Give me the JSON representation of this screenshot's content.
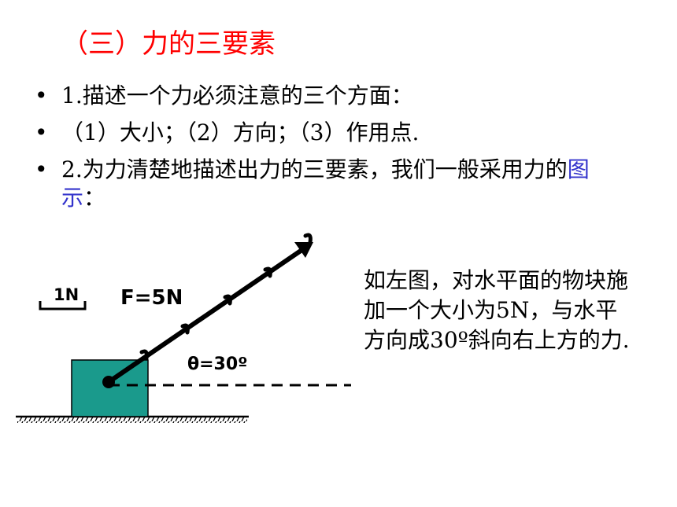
{
  "title": "（三）力的三要素",
  "bullets": [
    {
      "text": "1.描述一个力必须注意的三个方面："
    },
    {
      "text": "（1）大小；（2）方向；（3）作用点."
    },
    {
      "text_before": "2.为力清楚地描述出力的三要素，我们一般采用力的",
      "highlight": "图示",
      "text_after": "："
    }
  ],
  "diagram": {
    "scale_label": "1N",
    "force_label": "F=5N",
    "angle_label": "θ=30º"
  },
  "description": "如左图，对水平面的物块施加一个大小为5N，与水平方向成30º斜向右上方的力.",
  "colors": {
    "title": "#ff0000",
    "highlight": "#3333cc",
    "block": "#1a9a8c"
  }
}
